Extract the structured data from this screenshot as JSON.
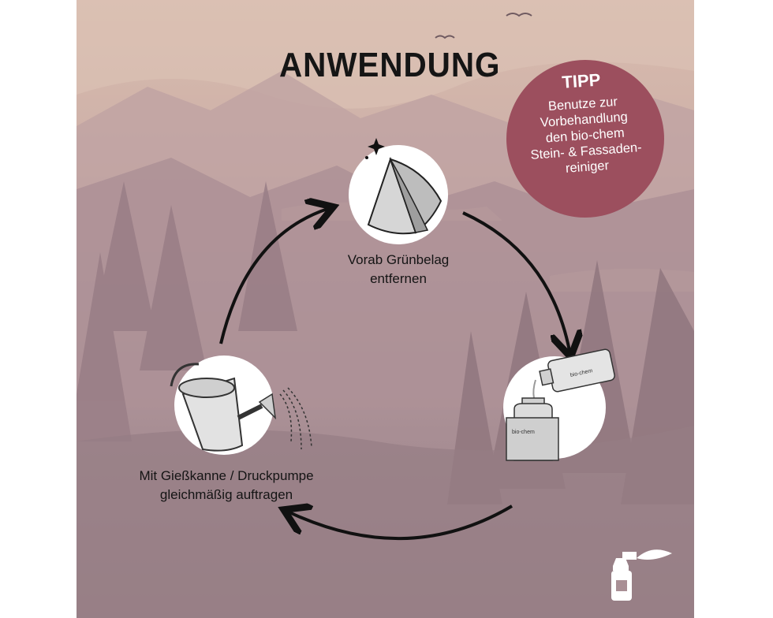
{
  "title": "ANWENDUNG",
  "tip": {
    "heading": "TIPP",
    "lines": [
      "Benutze zur",
      "Vorbehandlung",
      "den bio-chem",
      "Stein- & Fassaden-",
      "reiniger"
    ]
  },
  "steps": [
    {
      "lines": [
        "Vorab Grünbelag",
        "entfernen"
      ],
      "icon": "cloth-icon"
    },
    {
      "lines": [
        "",
        ""
      ],
      "icon": "dilute-bottles-icon"
    },
    {
      "lines": [
        "Mit Gießkanne / Druckpumpe",
        "gleichmäßig auftragen"
      ],
      "icon": "watering-can-icon"
    }
  ],
  "bottle_labels": [
    "bio-chem",
    "bio-chem"
  ],
  "colors": {
    "tip_badge": "#9c4f5e",
    "title": "#151515",
    "arrow": "#111111",
    "icon_circle": "#ffffff"
  }
}
